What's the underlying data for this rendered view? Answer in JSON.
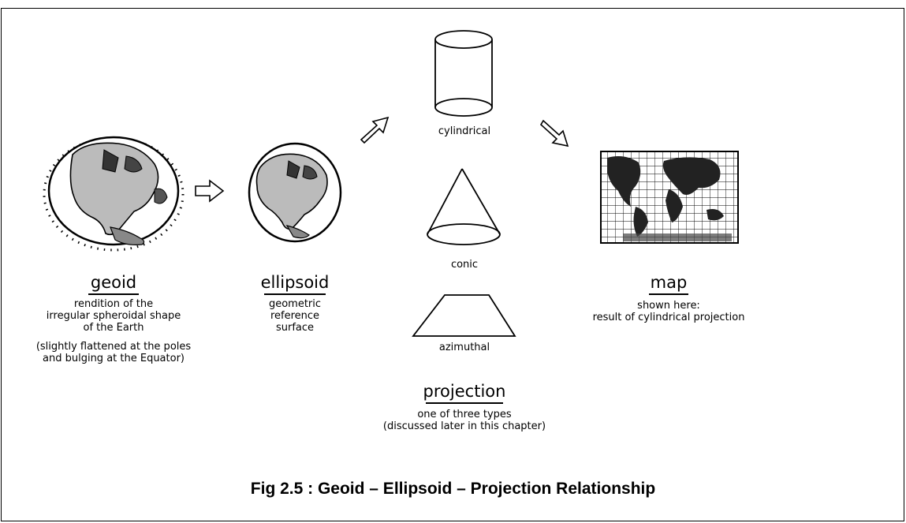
{
  "geoid": {
    "title": "geoid",
    "description": [
      "rendition of the",
      "irregular spheroidal shape",
      "of the Earth"
    ],
    "note": [
      "(slightly flattened at the poles",
      "and bulging at the Equator)"
    ]
  },
  "ellipsoid": {
    "title": "ellipsoid",
    "description": [
      "geometric",
      "reference",
      "surface"
    ]
  },
  "projection": {
    "title": "projection",
    "description": [
      "one of three types",
      "(discussed later in this chapter)"
    ],
    "types": {
      "cylindrical": "cylindrical",
      "conic": "conic",
      "azimuthal": "azimuthal"
    }
  },
  "map": {
    "title": "map",
    "description": [
      "shown here:",
      "result of cylindrical projection"
    ]
  },
  "caption": "Fig 2.5 : Geoid – Ellipsoid – Projection Relationship"
}
